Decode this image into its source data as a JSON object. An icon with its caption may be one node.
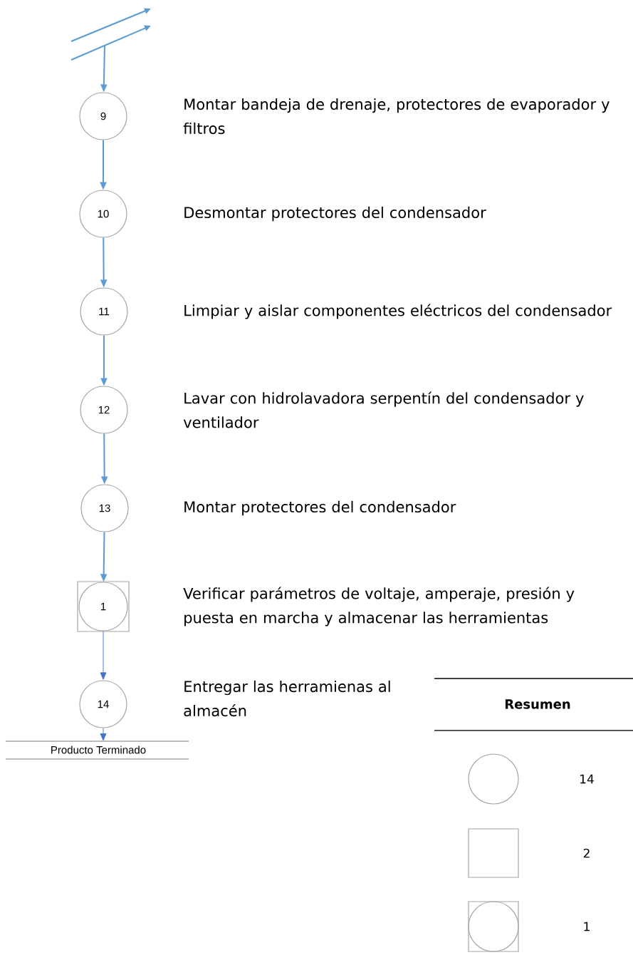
{
  "diagram": {
    "nodes": [
      {
        "text": [],
        "shape": "line"
      },
      {
        "text": [
          "9"
        ],
        "beside": [
          "Montar bandeja de drenaje, protectores de evaporador y filtros"
        ]
      },
      {
        "text": [
          "10"
        ],
        "beside": [
          "Desmontar protectores del condensador"
        ]
      },
      {
        "text": [
          "11"
        ],
        "beside": [
          "Limpiar y aislar componentes eléctricos del condensador"
        ]
      },
      {
        "text": [
          "12"
        ],
        "beside": [
          "Lavar con hidrolavadora serpentín del condensador y ventilador"
        ]
      },
      {
        "text": [
          "13"
        ],
        "beside": [
          "Montar protectores del condensador"
        ]
      },
      {
        "text": [
          "1"
        ],
        "beside": [
          "Verificar parámetros de voltaje, amperaje, presión y puesta en marcha y almacenar las herramientas"
        ]
      },
      {
        "text": [
          "14"
        ]
      },
      {
        "text": [
          "Producto Terminado"
        ]
      }
    ],
    "edges": [
      {
        "from": 0,
        "to": 1,
        "arrow": "to"
      },
      {
        "from": 1,
        "to": 2,
        "arrow": "to"
      },
      {
        "from": 2,
        "to": 3,
        "arrow": "to"
      },
      {
        "from": 3,
        "to": 4,
        "arrow": "to"
      },
      {
        "from": 4,
        "to": 5,
        "arrow": "to"
      },
      {
        "from": 5,
        "to": 6,
        "arrow": "to"
      },
      {
        "from": 6,
        "to": 7,
        "arrow": "to",
        "color": "#4472c4"
      },
      {
        "from": 7,
        "to": 8,
        "arrow": "to",
        "color": "#4472c4"
      }
    ],
    "labels": [
      "Entregar las herramienas al almacén",
      "Resumen"
    ],
    "legend": [
      {
        "text": "14"
      },
      {
        "text": "2"
      },
      {
        "text": "1"
      }
    ]
  }
}
